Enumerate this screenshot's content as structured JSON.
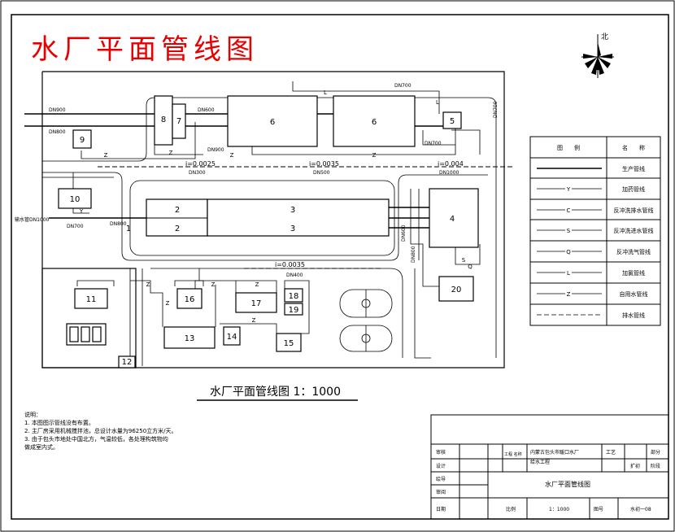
{
  "title": "水厂平面管线图",
  "subtitle": "水厂平面管线图 1：1000",
  "north_label": "北",
  "legend": {
    "header_symbol": "图　　例",
    "header_name": "名　　称",
    "rows": [
      {
        "code": "",
        "name": "生产管线"
      },
      {
        "code": "Y",
        "name": "加药管线"
      },
      {
        "code": "C",
        "name": "反冲洗排水管线"
      },
      {
        "code": "S",
        "name": "反冲洗进水管线"
      },
      {
        "code": "Q",
        "name": "反冲洗气管线"
      },
      {
        "code": "L",
        "name": "加氯管线"
      },
      {
        "code": "Z",
        "name": "自用水管线"
      },
      {
        "code": "",
        "name": "排水管线"
      }
    ]
  },
  "notes": [
    "说明：",
    "1. 本图图示管线没有布置。",
    "2. 主厂房采用机械搅拌池，总设计水量为96250立方米/天。",
    "3. 由于包头市地处中国北方，气温较低，各处理构筑物均",
    "   做成室内式。"
  ],
  "units": {
    "u1": "1",
    "u2": "2",
    "u3": "3",
    "u4": "4",
    "u5": "5",
    "u6": "6",
    "u7": "7",
    "u8": "8",
    "u9": "9",
    "u10": "10",
    "u11": "11",
    "u12": "12",
    "u13": "13",
    "u14": "14",
    "u15": "15",
    "u16": "16",
    "u17": "17",
    "u18": "18",
    "u19": "19",
    "u20": "20"
  },
  "pipe_labels": {
    "dn900_in": "DN900",
    "dn800_in": "DN800",
    "dn600": "DN600",
    "dn700_top": "DN700",
    "dn700_right": "DN700",
    "dn700_mid": "DN700",
    "dn900_b": "DN900",
    "dn300": "DN300",
    "dn500a": "DN500",
    "dn1000": "DN1000",
    "dn800_mid": "DN800",
    "dn700_10": "DN700",
    "dn400": "DN400",
    "dn600b": "DN600",
    "dn800v": "DN800",
    "inlet": "输水管DN1000",
    "slope1": "i=0.0025",
    "slope2": "i=0.0035",
    "slope3": "i=0.004",
    "slope4": "i=0.0035"
  },
  "marks": {
    "z": "Z",
    "l": "L",
    "s": "S",
    "q": "Q",
    "c": "C",
    "y": "Y"
  },
  "titleblock": {
    "c1r1": "审核",
    "c1r2": "设计",
    "c1r3": "绘导",
    "c1r4": "审阅",
    "c1r5": "日期",
    "proj_label": "工程\n名称",
    "proj_name_1": "内蒙古包头市暖口水厂",
    "proj_name_2": "给水工程",
    "disc_label": "工艺",
    "disc_val": "部分",
    "phase_label": "扩初",
    "phase_val": "阶段",
    "drawing_name": "水厂平面管线图",
    "scale_label": "比例",
    "scale_val": "1：1000",
    "no_label": "图号",
    "no_val": "水初一08"
  }
}
